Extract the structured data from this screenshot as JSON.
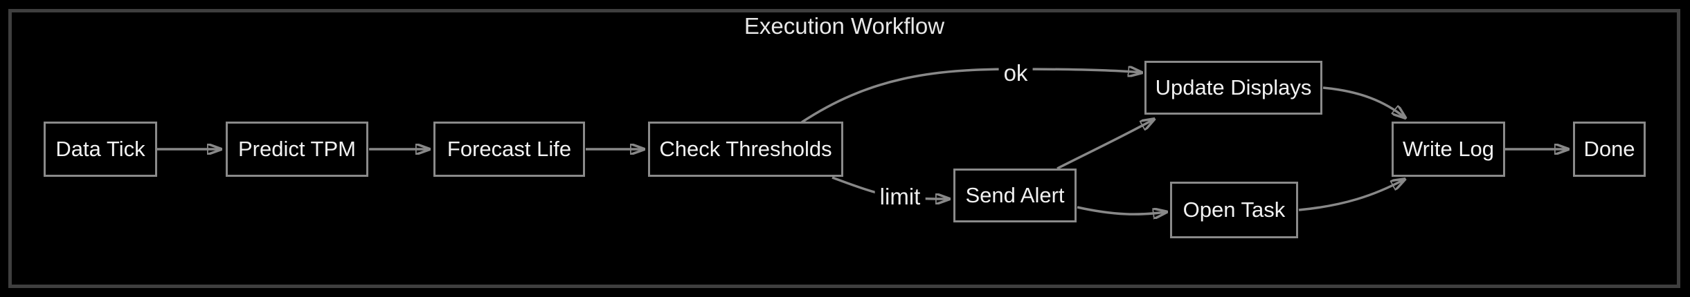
{
  "diagram": {
    "title": "Execution Workflow",
    "nodes": {
      "data_tick": {
        "label": "Data Tick"
      },
      "predict_tpm": {
        "label": "Predict TPM"
      },
      "forecast_life": {
        "label": "Forecast Life"
      },
      "check_thresholds": {
        "label": "Check Thresholds"
      },
      "send_alert": {
        "label": "Send Alert"
      },
      "update_displays": {
        "label": "Update Displays"
      },
      "open_task": {
        "label": "Open Task"
      },
      "write_log": {
        "label": "Write Log"
      },
      "done": {
        "label": "Done"
      }
    },
    "edge_labels": {
      "ok": "ok",
      "limit": "limit"
    },
    "edges": [
      {
        "from": "Data Tick",
        "to": "Predict TPM",
        "label": ""
      },
      {
        "from": "Predict TPM",
        "to": "Forecast Life",
        "label": ""
      },
      {
        "from": "Forecast Life",
        "to": "Check Thresholds",
        "label": ""
      },
      {
        "from": "Check Thresholds",
        "to": "Update Displays",
        "label": "ok"
      },
      {
        "from": "Check Thresholds",
        "to": "Send Alert",
        "label": "limit"
      },
      {
        "from": "Send Alert",
        "to": "Update Displays",
        "label": ""
      },
      {
        "from": "Send Alert",
        "to": "Open Task",
        "label": ""
      },
      {
        "from": "Update Displays",
        "to": "Write Log",
        "label": ""
      },
      {
        "from": "Open Task",
        "to": "Write Log",
        "label": ""
      },
      {
        "from": "Write Log",
        "to": "Done",
        "label": ""
      }
    ],
    "colors": {
      "background": "#000000",
      "cluster_border": "#3f3f3f",
      "node_border": "#8a8a8a",
      "node_fill": "#000000",
      "edge": "#888888",
      "text": "#f2f2f2"
    }
  }
}
